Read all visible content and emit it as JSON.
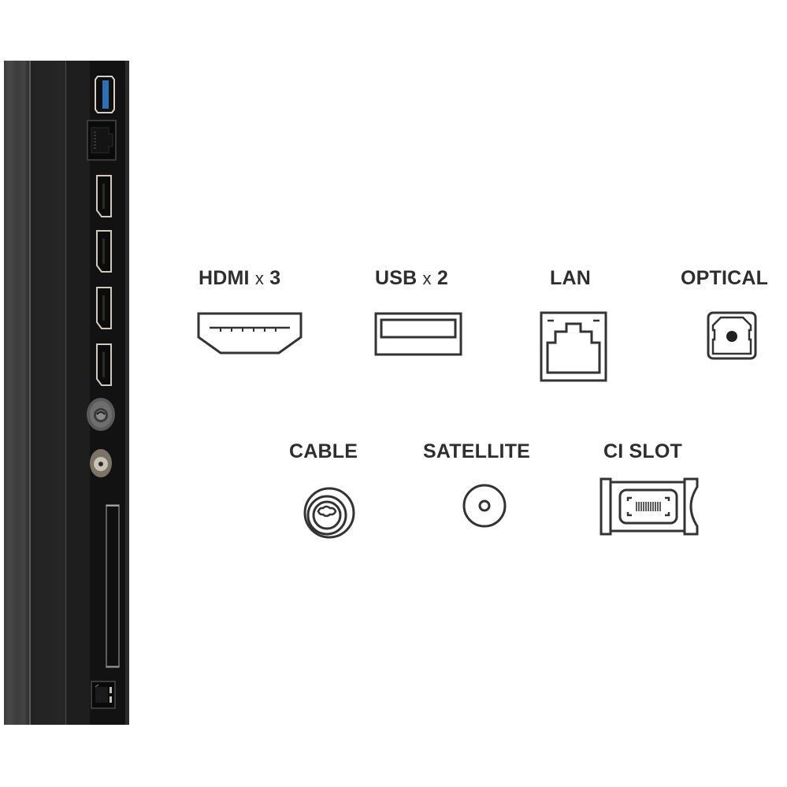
{
  "panel": {
    "description": "TV rear side panel with connectors",
    "ports": [
      {
        "type": "usb",
        "name": "USB port",
        "accent": "#2f6fb5"
      },
      {
        "type": "lan",
        "name": "LAN port"
      },
      {
        "type": "hdmi",
        "name": "HDMI port 1"
      },
      {
        "type": "hdmi",
        "name": "HDMI port 2"
      },
      {
        "type": "hdmi",
        "name": "HDMI port 3"
      },
      {
        "type": "hdmi",
        "name": "HDMI port 4"
      },
      {
        "type": "cable",
        "name": "Cable antenna input"
      },
      {
        "type": "satellite",
        "name": "Satellite input"
      },
      {
        "type": "ci-slot",
        "name": "CI slot"
      },
      {
        "type": "optical",
        "name": "Optical output"
      }
    ]
  },
  "legend": {
    "items": [
      {
        "id": "hdmi",
        "label": "HDMI",
        "multiplier": "x",
        "count": "3"
      },
      {
        "id": "usb",
        "label": "USB",
        "multiplier": "x",
        "count": "2"
      },
      {
        "id": "lan",
        "label": "LAN"
      },
      {
        "id": "optical",
        "label": "OPTICAL"
      },
      {
        "id": "cable",
        "label": "CABLE"
      },
      {
        "id": "satellite",
        "label": "SATELLITE"
      },
      {
        "id": "ci-slot",
        "label": "CI SLOT"
      }
    ]
  },
  "colors": {
    "text": "#2e2e2e",
    "icon_stroke": "#333333",
    "panel_dark": "#121212",
    "usb_blue": "#2f6fb5",
    "connector_metal": "#cfc6b8"
  }
}
